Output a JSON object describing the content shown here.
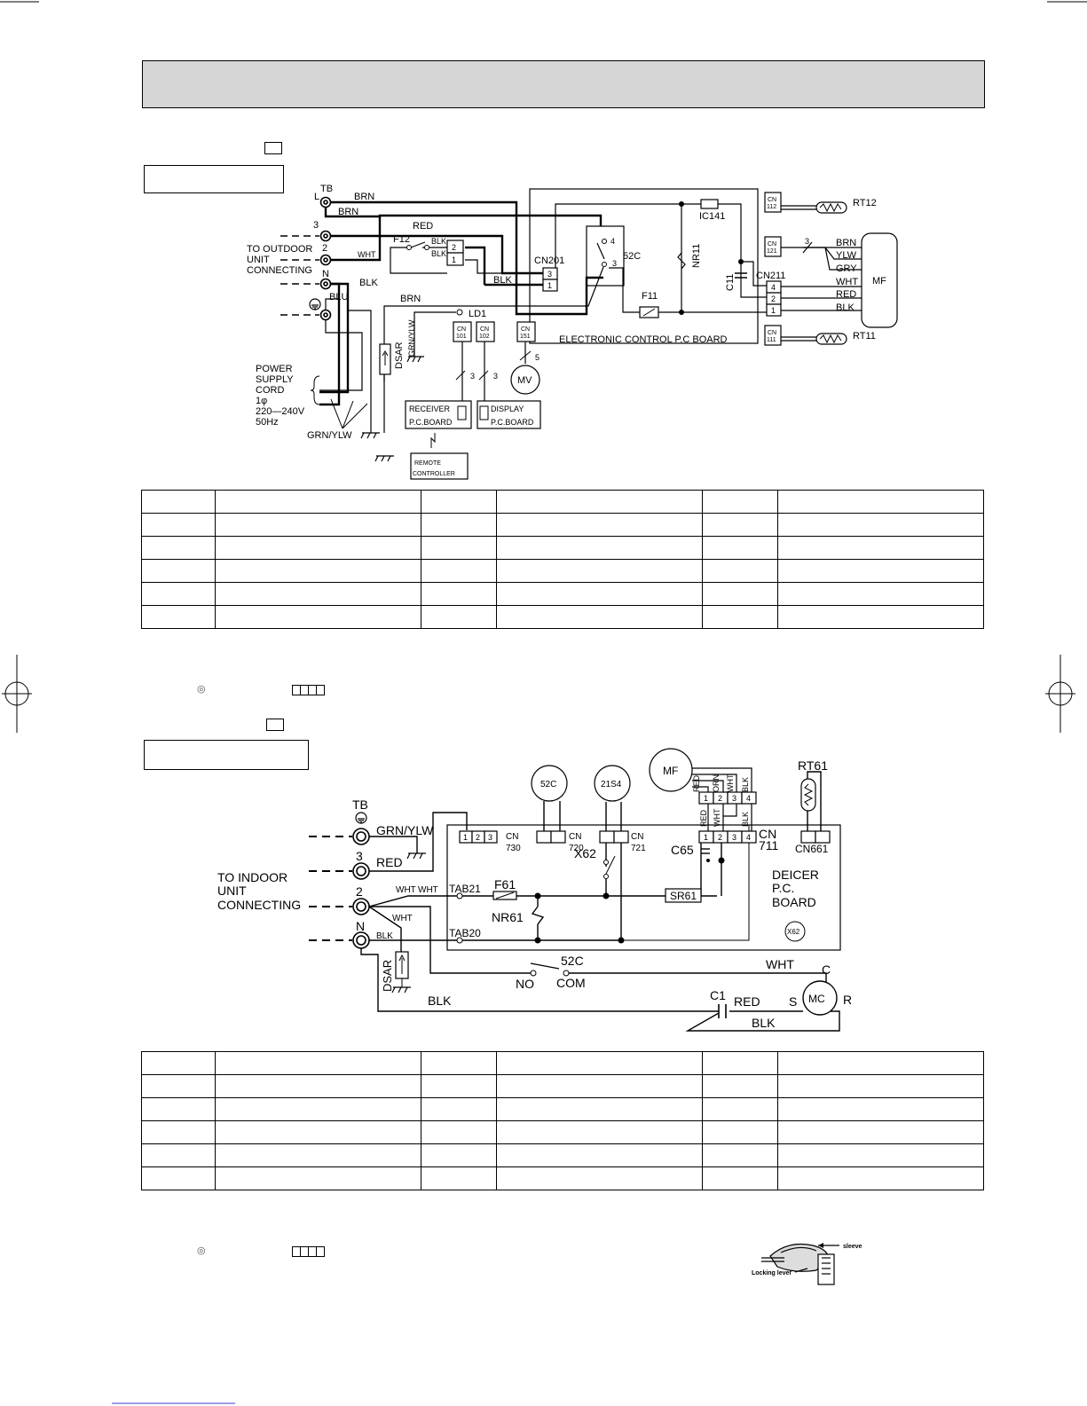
{
  "indoor": {
    "tb": "TB",
    "terminals": {
      "l": "L",
      "t3": "3",
      "t2": "2",
      "n": "N"
    },
    "connecting": [
      "TO OUTDOOR",
      "UNIT",
      "CONNECTING"
    ],
    "power": [
      "POWER",
      "SUPPLY",
      "CORD",
      "1φ",
      "220—240V",
      "50Hz"
    ],
    "wires": {
      "brn": "BRN",
      "red": "RED",
      "wht": "WHT",
      "blk": "BLK",
      "blu": "BLU",
      "grn_ylw": "GRN/YLW",
      "ylw": "YLW",
      "gry": "GRY"
    },
    "components": {
      "f12": "F12",
      "cn201": "CN201",
      "c52": "52C",
      "f11": "F11",
      "nr11": "NR11",
      "c11": "C11",
      "ic141": "IC141",
      "ld1": "LD1",
      "dsar": "DSAR",
      "cn211": "CN211",
      "mf": "MF",
      "mv": "MV",
      "rt11": "RT11",
      "rt12": "RT12",
      "board": "ELECTRONIC CONTROL P.C BOARD",
      "cn101": [
        "CN",
        "101"
      ],
      "cn102": [
        "CN",
        "102"
      ],
      "cn151": [
        "CN",
        "151"
      ],
      "cn112": [
        "CN",
        "112"
      ],
      "cn121": [
        "CN",
        "121"
      ],
      "cn111": [
        "CN",
        "111"
      ],
      "receiver": [
        "RECEIVER",
        "P.C.BOARD"
      ],
      "display": [
        "DISPLAY",
        "P.C.BOARD"
      ],
      "remote": [
        "REMOTE",
        "CONTROLLER"
      ]
    },
    "numbers": {
      "n1": "1",
      "n2": "2",
      "n3": "3",
      "n4": "4",
      "n5": "5"
    }
  },
  "outdoor": {
    "tb": "TB",
    "terminals": {
      "t3": "3",
      "t2": "2",
      "n": "N"
    },
    "connecting": [
      "TO INDOOR",
      "UNIT",
      "CONNECTING"
    ],
    "wires": {
      "grn_ylw": "GRN/YLW",
      "red": "RED",
      "wht": "WHT",
      "blk": "BLK",
      "orn": "ORN"
    },
    "components": {
      "c52": "52C",
      "s21s4": "21S4",
      "mf": "MF",
      "rt61": "RT61",
      "c65": "C65",
      "x62": "X62",
      "f61": "F61",
      "nr61": "NR61",
      "sr61": "SR61",
      "tab21": "TAB21",
      "tab20": "TAB20",
      "dsar": "DSAR",
      "no": "NO",
      "com": "COM",
      "c1": "C1",
      "mc": "MC",
      "c": "C",
      "s": "S",
      "r": "R",
      "cn730": [
        "CN",
        "730"
      ],
      "cn720": [
        "CN",
        "720"
      ],
      "cn721": [
        "CN",
        "721"
      ],
      "cn711": [
        "CN",
        "711"
      ],
      "cn661": "CN661",
      "deicer": [
        "DEICER",
        "P.C.",
        "BOARD"
      ]
    }
  },
  "sleeve_note": {
    "sleeve": "sleeve",
    "lever": "Locking lever"
  }
}
